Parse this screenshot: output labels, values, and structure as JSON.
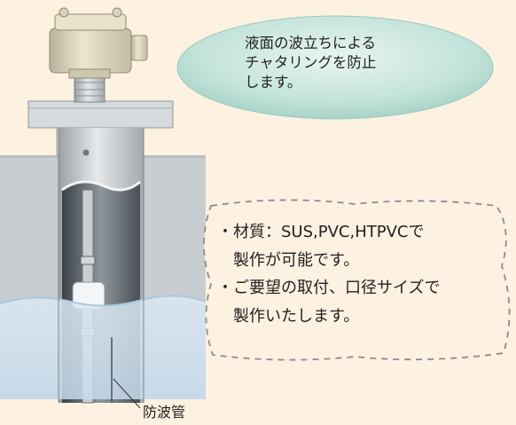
{
  "bubble": {
    "lines": [
      "液面の波立ちによる",
      "チャタリングを防止",
      "します。"
    ]
  },
  "note": {
    "items": [
      {
        "line1": "・材質：SUS,PVC,HTPVCで",
        "line2": "製作が可能です。"
      },
      {
        "line1": "・ご要望の取付、口径サイズで",
        "line2": "製作いたします。"
      }
    ]
  },
  "labels": {
    "pipe": "防波管"
  },
  "colors": {
    "background": "#fdf1e1",
    "bubble": "#b4ddd4",
    "tank": "#c9ced1",
    "water": "#cfe2ef",
    "note_border": "#8c8c8c"
  }
}
